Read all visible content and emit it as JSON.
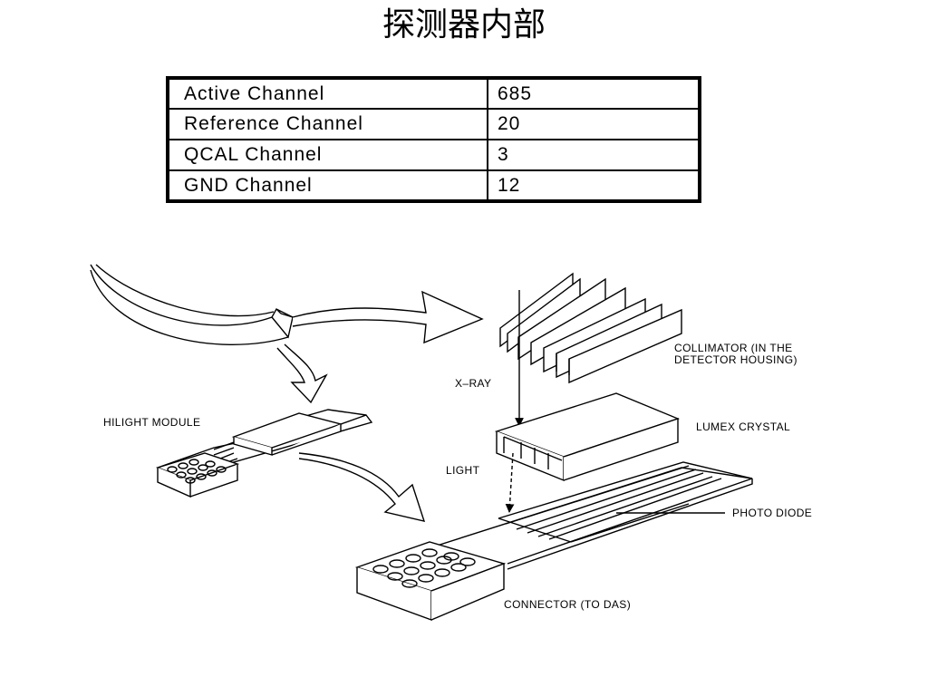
{
  "title": "探测器内部",
  "channels": [
    {
      "name": "Active Channel",
      "value": "685"
    },
    {
      "name": "Reference Channel",
      "value": "20"
    },
    {
      "name": "QCAL Channel",
      "value": "3"
    },
    {
      "name": "GND Channel",
      "value": "12"
    }
  ],
  "labels": {
    "collimator_line1": "COLLIMATOR (IN THE",
    "collimator_line2": "DETECTOR HOUSING)",
    "xray": "X–RAY",
    "hilight_module": "HILIGHT MODULE",
    "lumex_crystal": "LUMEX CRYSTAL",
    "light": "LIGHT",
    "photo_diode": "PHOTO DIODE",
    "connector": "CONNECTOR (TO DAS)"
  }
}
